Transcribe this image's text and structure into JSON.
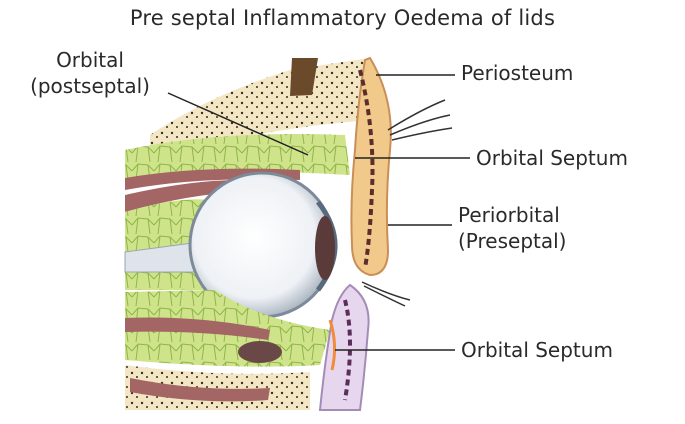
{
  "title": "Pre septal Inflammatory Oedema of lids",
  "labels": {
    "orbital_line1": "Orbital",
    "orbital_line2": "(postseptal)",
    "periosteum": "Periosteum",
    "orbital_septum_upper": "Orbital Septum",
    "periorbital_line1": "Periorbital",
    "periorbital_line2": "(Preseptal)",
    "orbital_septum_lower": "Orbital Septum"
  }
}
